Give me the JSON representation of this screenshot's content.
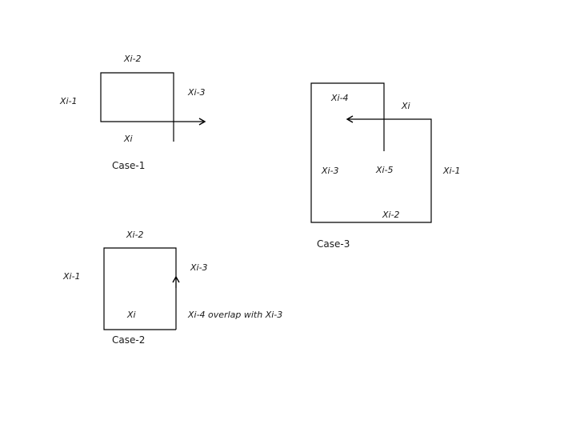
{
  "case1": {
    "labels": {
      "top": "Xi-2",
      "left": "Xi-1",
      "right": "Xi-3",
      "bottom": "Xi"
    },
    "caption": "Case-1"
  },
  "case2": {
    "labels": {
      "top": "Xi-2",
      "left": "Xi-1",
      "right": "Xi-3",
      "inside": "Xi",
      "note": "Xi-4  overlap with Xi-3"
    },
    "caption": "Case-2"
  },
  "case3": {
    "labels": {
      "xi4": "Xi-4",
      "xi": "Xi",
      "xi3": "Xi-3",
      "xi5": "Xi-5",
      "xi1": "Xi-1",
      "xi2": "Xi-2"
    },
    "caption": "Case-3"
  }
}
